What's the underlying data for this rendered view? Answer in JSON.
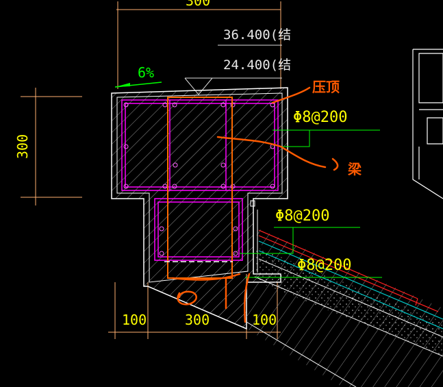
{
  "drawing": {
    "top_dimension": "300",
    "left_dimension": "300",
    "elevation_top": "36.400(结",
    "elevation_bottom": "24.400(结",
    "slope": "6%",
    "rebar_label_1": "Φ8@200",
    "rebar_label_2": "Φ8@200",
    "rebar_label_3": "Φ8@200",
    "bottom_dim_left": "100",
    "bottom_dim_mid": "300",
    "bottom_dim_right": "100"
  },
  "annotations": {
    "coping": "压顶",
    "beam": "梁"
  },
  "colors": {
    "background": "#000000",
    "outline": "#ffffff",
    "rebar": "#ff00ff",
    "dimension": "#ffff00",
    "leader": "#00ff00",
    "markup": "#ff5a00",
    "roof_red": "#ff2020",
    "roof_cyan": "#00c8c8"
  }
}
